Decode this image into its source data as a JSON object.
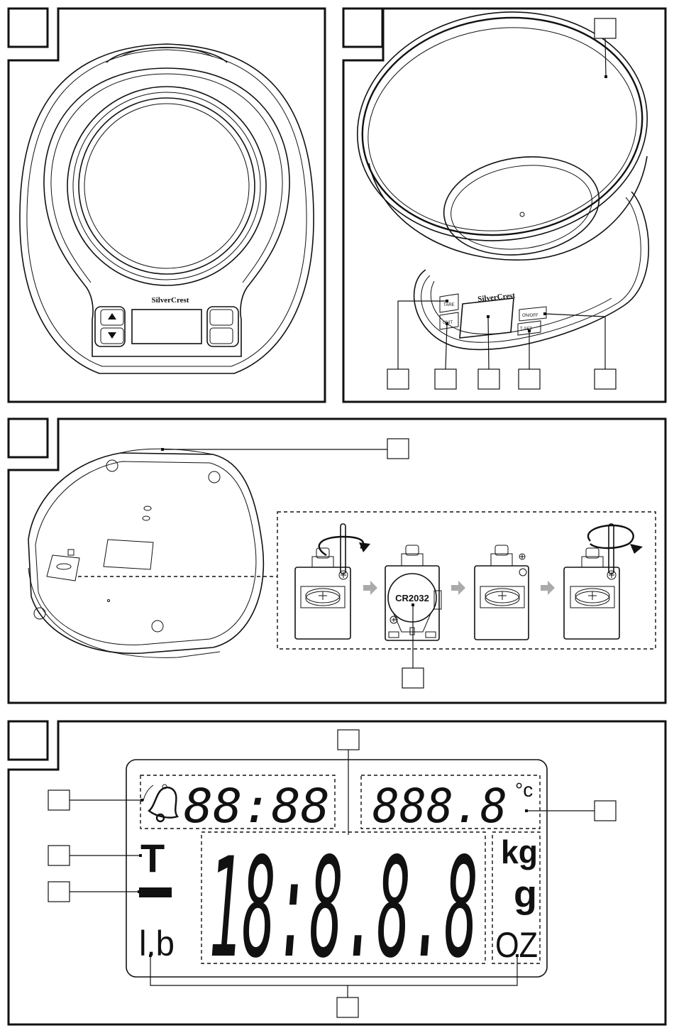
{
  "brand": "SilverCrest",
  "figure2": {
    "buttons": {
      "tare": "TARE",
      "unit": "UNIT",
      "onoff": "ON/OFF",
      "tset": "T-SET"
    }
  },
  "figure3": {
    "battery_label": "CR2032"
  },
  "figure4": {
    "timer_readout": "88:88",
    "temperature_readout": "888.8",
    "temperature_unit": "°c",
    "main_readout": "18:8.8.8",
    "tare_symbol": "T",
    "unit_kg": "kg",
    "unit_g": "g",
    "unit_oz": "OZ",
    "unit_lb": "l.b"
  }
}
